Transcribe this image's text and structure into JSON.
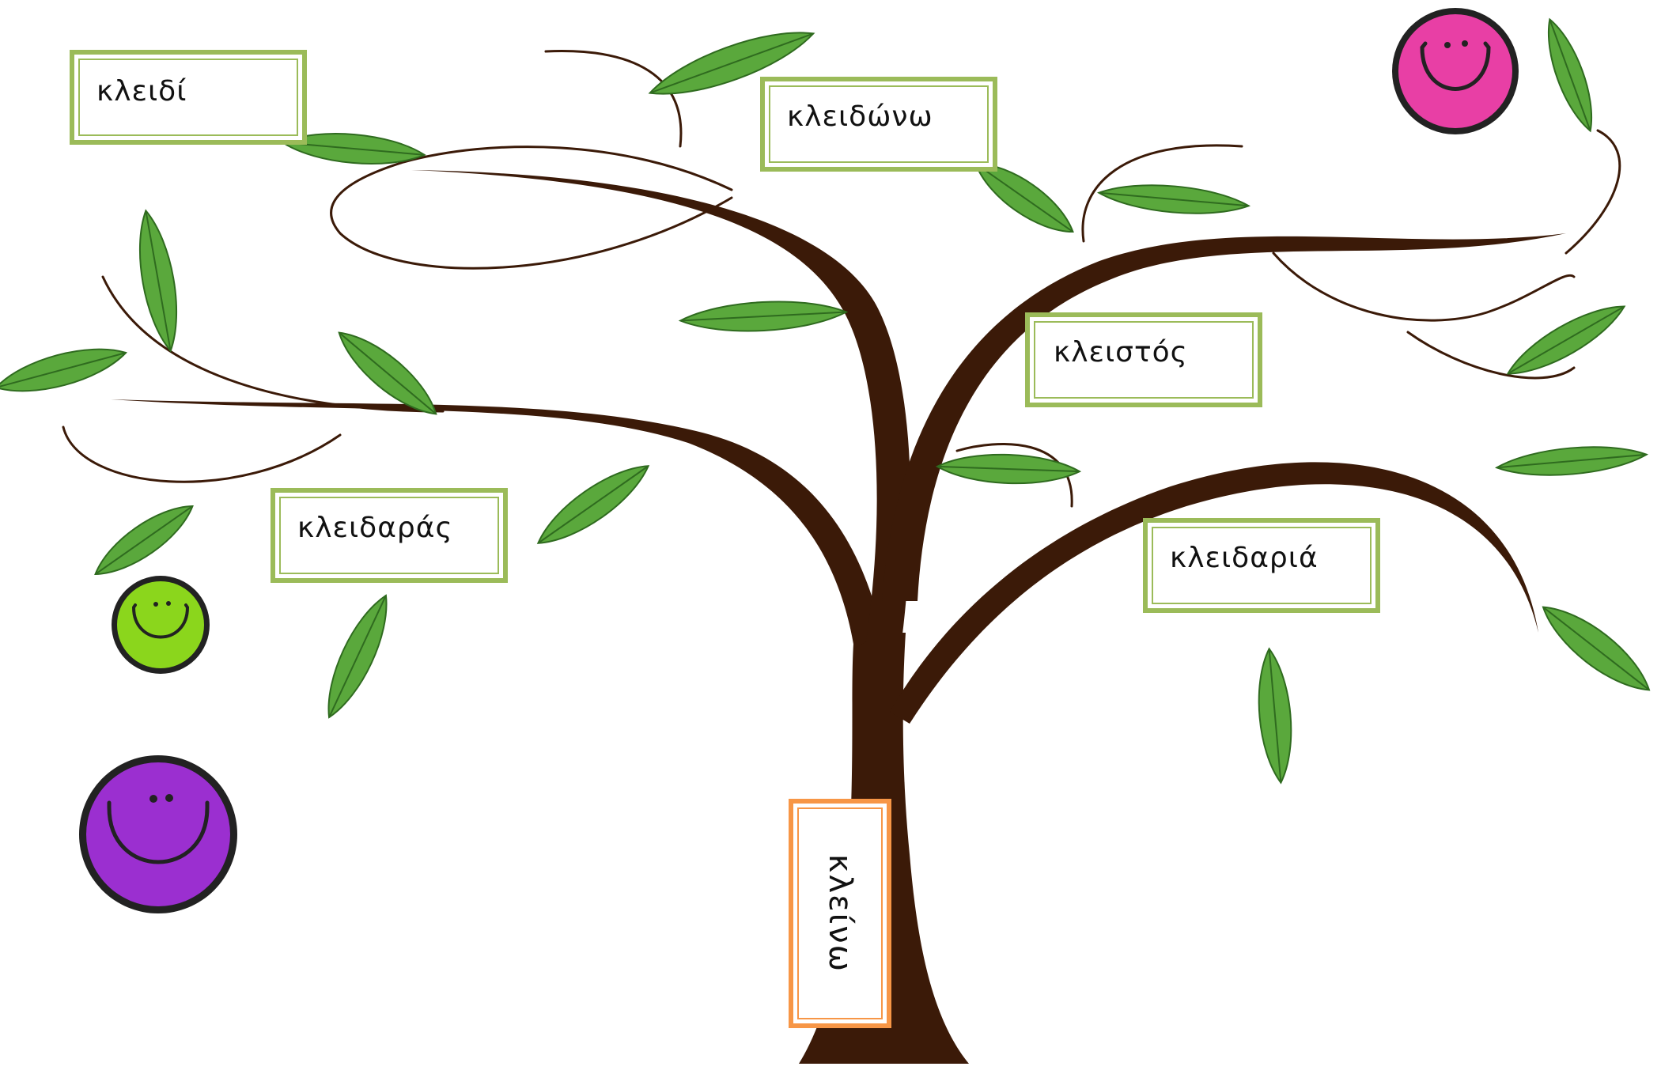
{
  "tree": {
    "root_word": "κλείνω",
    "words": {
      "kleidi": "κλειδί",
      "kleidono": "κλειδώνω",
      "kleistos": "κλειστός",
      "kleidaras": "κλειδαράς",
      "kleidaria": "κλειδαριά"
    }
  },
  "colors": {
    "trunk": "#3b1a08",
    "leaf": "#5aa83c",
    "leaf_vein": "#2f6b1f",
    "box_border": "#9bbb59",
    "root_box_border": "#f79646",
    "smiley_pink": "#e83fa5",
    "smiley_green": "#8bd61c",
    "smiley_purple": "#9b2fd0"
  },
  "icons": [
    "leaf-icon",
    "smiley-face-icon"
  ]
}
